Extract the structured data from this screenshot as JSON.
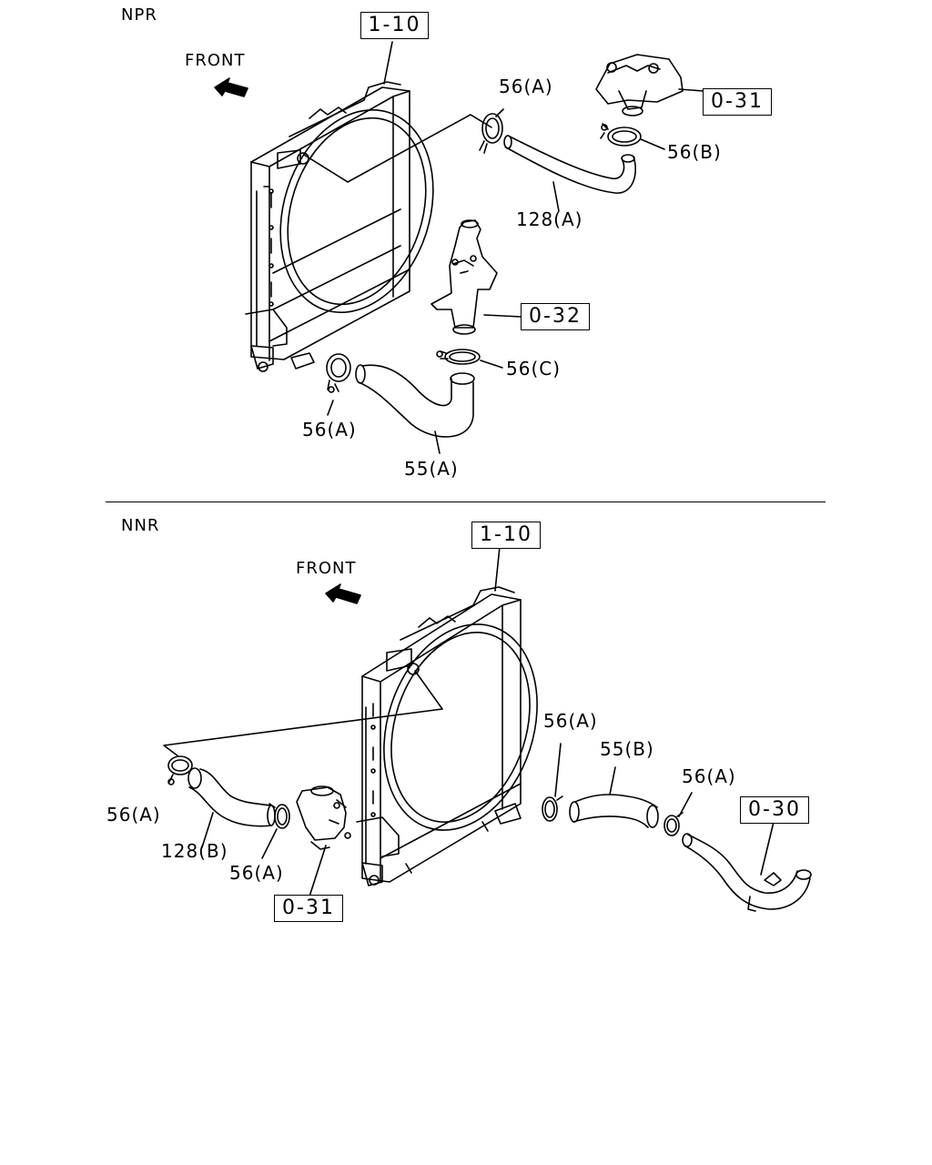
{
  "npr": {
    "variant": "NPR",
    "front": "FRONT",
    "refs": {
      "radiator": "1-10",
      "thermostat_housing": "0-31",
      "water_outlet": "0-32"
    },
    "parts": {
      "clamp_a_upper": "56(A)",
      "clamp_b": "56(B)",
      "hose_upper": "128(A)",
      "clamp_c": "56(C)",
      "clamp_a_lower": "56(A)",
      "hose_lower": "55(A)"
    }
  },
  "nnr": {
    "variant": "NNR",
    "front": "FRONT",
    "refs": {
      "radiator": "1-10",
      "thermostat_housing": "0-31",
      "water_pipe": "0-30"
    },
    "parts": {
      "clamp_a_left": "56(A)",
      "hose_upper": "128(B)",
      "clamp_a_mid": "56(A)",
      "clamp_a_right1": "56(A)",
      "hose_lower": "55(B)",
      "clamp_a_right2": "56(A)"
    }
  }
}
